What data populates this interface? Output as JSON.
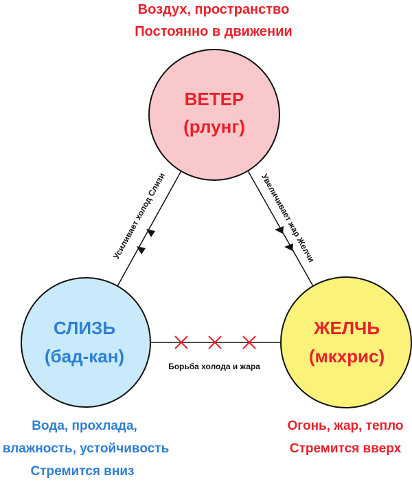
{
  "top_note": {
    "line1": "Воздух, пространство",
    "line2": "Постоянно в движении"
  },
  "wind": {
    "title": "ВЕТЕР",
    "subtitle": "(рлунг)"
  },
  "phlegm": {
    "title": "СЛИЗЬ",
    "subtitle": "(бад-кан)"
  },
  "bile": {
    "title": "ЖЕЛЧЬ",
    "subtitle": "(мкхрис)"
  },
  "edge_left_label": "Усиливает холод Слизи",
  "edge_right_label": "Увеличивает жар Желчи",
  "edge_bottom_label": "Борьба холода и жара",
  "phlegm_note": {
    "line1": "Вода, прохлада,",
    "line2": "влажность, устойчивость",
    "line3": "Стремится вниз"
  },
  "bile_note": {
    "line1": "Огонь, жар, тепло",
    "line2": "Стремится вверх"
  },
  "colors": {
    "red_text": "#e8212b",
    "blue_text": "#2f7fd3",
    "wind_fill": "#f9c8cb",
    "phlegm_fill": "#c8eafb",
    "bile_fill": "#fbf27a",
    "cross": "#e8212b",
    "line": "#111111"
  }
}
